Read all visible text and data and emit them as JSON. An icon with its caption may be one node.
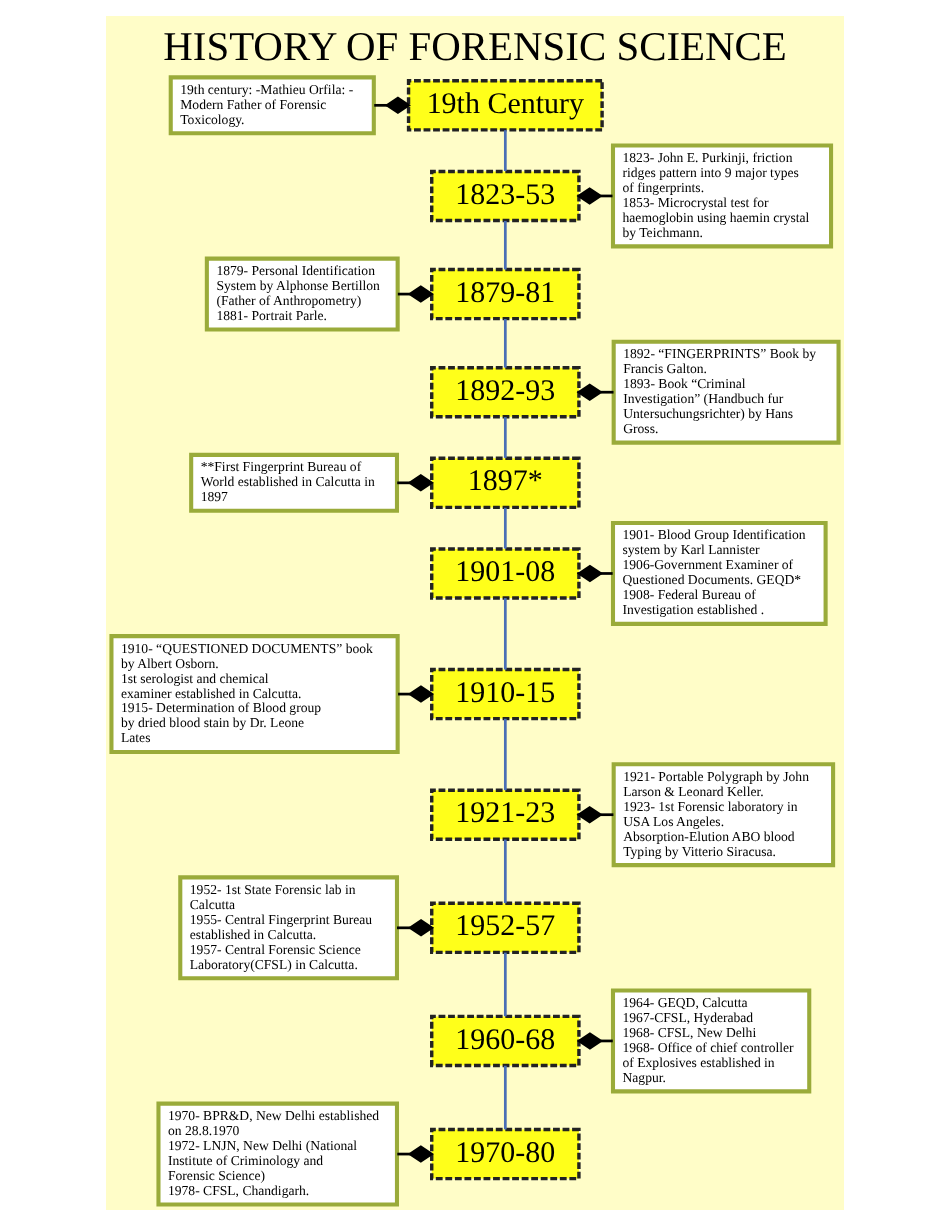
{
  "diagram": {
    "title": "HISTORY OF FORENSIC SCIENCE",
    "nodes": [
      {
        "text": [
          "19th Century"
        ]
      },
      {
        "text": [
          "1823-53"
        ]
      },
      {
        "text": [
          "1879-81"
        ]
      },
      {
        "text": [
          "1892-93"
        ]
      },
      {
        "text": [
          "1897*"
        ]
      },
      {
        "text": [
          "1901-08"
        ]
      },
      {
        "text": [
          "1910-15"
        ]
      },
      {
        "text": [
          "1921-23"
        ]
      },
      {
        "text": [
          "1952-57"
        ]
      },
      {
        "text": [
          "1960-68"
        ]
      },
      {
        "text": [
          "1970-80"
        ]
      },
      {
        "text": [
          "19th century: -Mathieu Orfila: - Modern Father of Forensic Toxicology."
        ]
      },
      {
        "text": [
          "1823- John E. Purkinji, friction ridges pattern into 9 major types of fingerprints.",
          "1853- Microcrystal test for haemoglobin using haemin crystal by Teichmann."
        ]
      },
      {
        "text": [
          "1879- Personal Identification System by Alphonse Bertillon (Father of Anthropometry)",
          "1881- Portrait Parle."
        ]
      },
      {
        "text": [
          "1892- “FINGERPRINTS” Book by Francis Galton.",
          "1893- Book “Criminal Investigation” (Handbuch fur Untersuchungsrichter) by Hans Gross."
        ]
      },
      {
        "text": [
          "**First Fingerprint Bureau of World established in Calcutta in 1897"
        ]
      },
      {
        "text": [
          "1901- Blood Group Identification system by Karl Lannister",
          "1906-Government Examiner of Questioned Documents. GEQD*",
          "1908- Federal Bureau of Investigation established ."
        ]
      },
      {
        "text": [
          "1910- “QUESTIONED DOCUMENTS” book by Albert Osborn.",
          "1st serologist and chemical examiner established in Calcutta.",
          "1915- Determination of Blood group by dried blood stain by Dr. Leone Lates"
        ]
      },
      {
        "text": [
          "1921- Portable Polygraph by John Larson & Leonard Keller.",
          "1923- 1st Forensic laboratory in USA Los Angeles.",
          "Absorption-Elution ABO blood Typing by Vitterio Siracusa."
        ]
      },
      {
        "text": [
          "1952- 1st State Forensic lab in Calcutta",
          "1955- Central Fingerprint Bureau established in Calcutta.",
          "1957- Central Forensic Science Laboratory(CFSL) in Calcutta."
        ]
      },
      {
        "text": [
          "1964- GEQD, Calcutta",
          "1967-CFSL, Hyderabad",
          "1968- CFSL, New Delhi",
          "1968- Office of chief controller of Explosives established in Nagpur."
        ]
      },
      {
        "text": [
          "1970- BPR&D, New Delhi established on 28.8.1970",
          "1972- LNJN, New Delhi (National Institute of Criminology and Forensic Science)",
          "1978- CFSL, Chandigarh."
        ]
      }
    ],
    "edges": [
      {
        "from": 0,
        "to": 1,
        "arrow": "none",
        "color": "#4a6fb5"
      },
      {
        "from": 1,
        "to": 2,
        "arrow": "none",
        "color": "#4a6fb5"
      },
      {
        "from": 2,
        "to": 3,
        "arrow": "none",
        "color": "#4a6fb5"
      },
      {
        "from": 3,
        "to": 4,
        "arrow": "none",
        "color": "#4a6fb5"
      },
      {
        "from": 4,
        "to": 5,
        "arrow": "none",
        "color": "#4a6fb5"
      },
      {
        "from": 5,
        "to": 6,
        "arrow": "none",
        "color": "#4a6fb5"
      },
      {
        "from": 6,
        "to": 7,
        "arrow": "none",
        "color": "#4a6fb5"
      },
      {
        "from": 7,
        "to": 8,
        "arrow": "none",
        "color": "#4a6fb5"
      },
      {
        "from": 8,
        "to": 9,
        "arrow": "none",
        "color": "#4a6fb5"
      },
      {
        "from": 9,
        "to": 10,
        "arrow": "none",
        "color": "#4a6fb5"
      },
      {
        "from": 11,
        "to": 0,
        "arrow": "other"
      },
      {
        "from": 1,
        "to": 12,
        "arrow": "other"
      },
      {
        "from": 13,
        "to": 2,
        "arrow": "other"
      },
      {
        "from": 3,
        "to": 14,
        "arrow": "other"
      },
      {
        "from": 15,
        "to": 4,
        "arrow": "other"
      },
      {
        "from": 5,
        "to": 16,
        "arrow": "other"
      },
      {
        "from": 17,
        "to": 6,
        "arrow": "other"
      },
      {
        "from": 7,
        "to": 18,
        "arrow": "other"
      },
      {
        "from": 19,
        "to": 8,
        "arrow": "other"
      },
      {
        "from": 9,
        "to": 20,
        "arrow": "other"
      },
      {
        "from": 21,
        "to": 10,
        "arrow": "other"
      }
    ]
  }
}
